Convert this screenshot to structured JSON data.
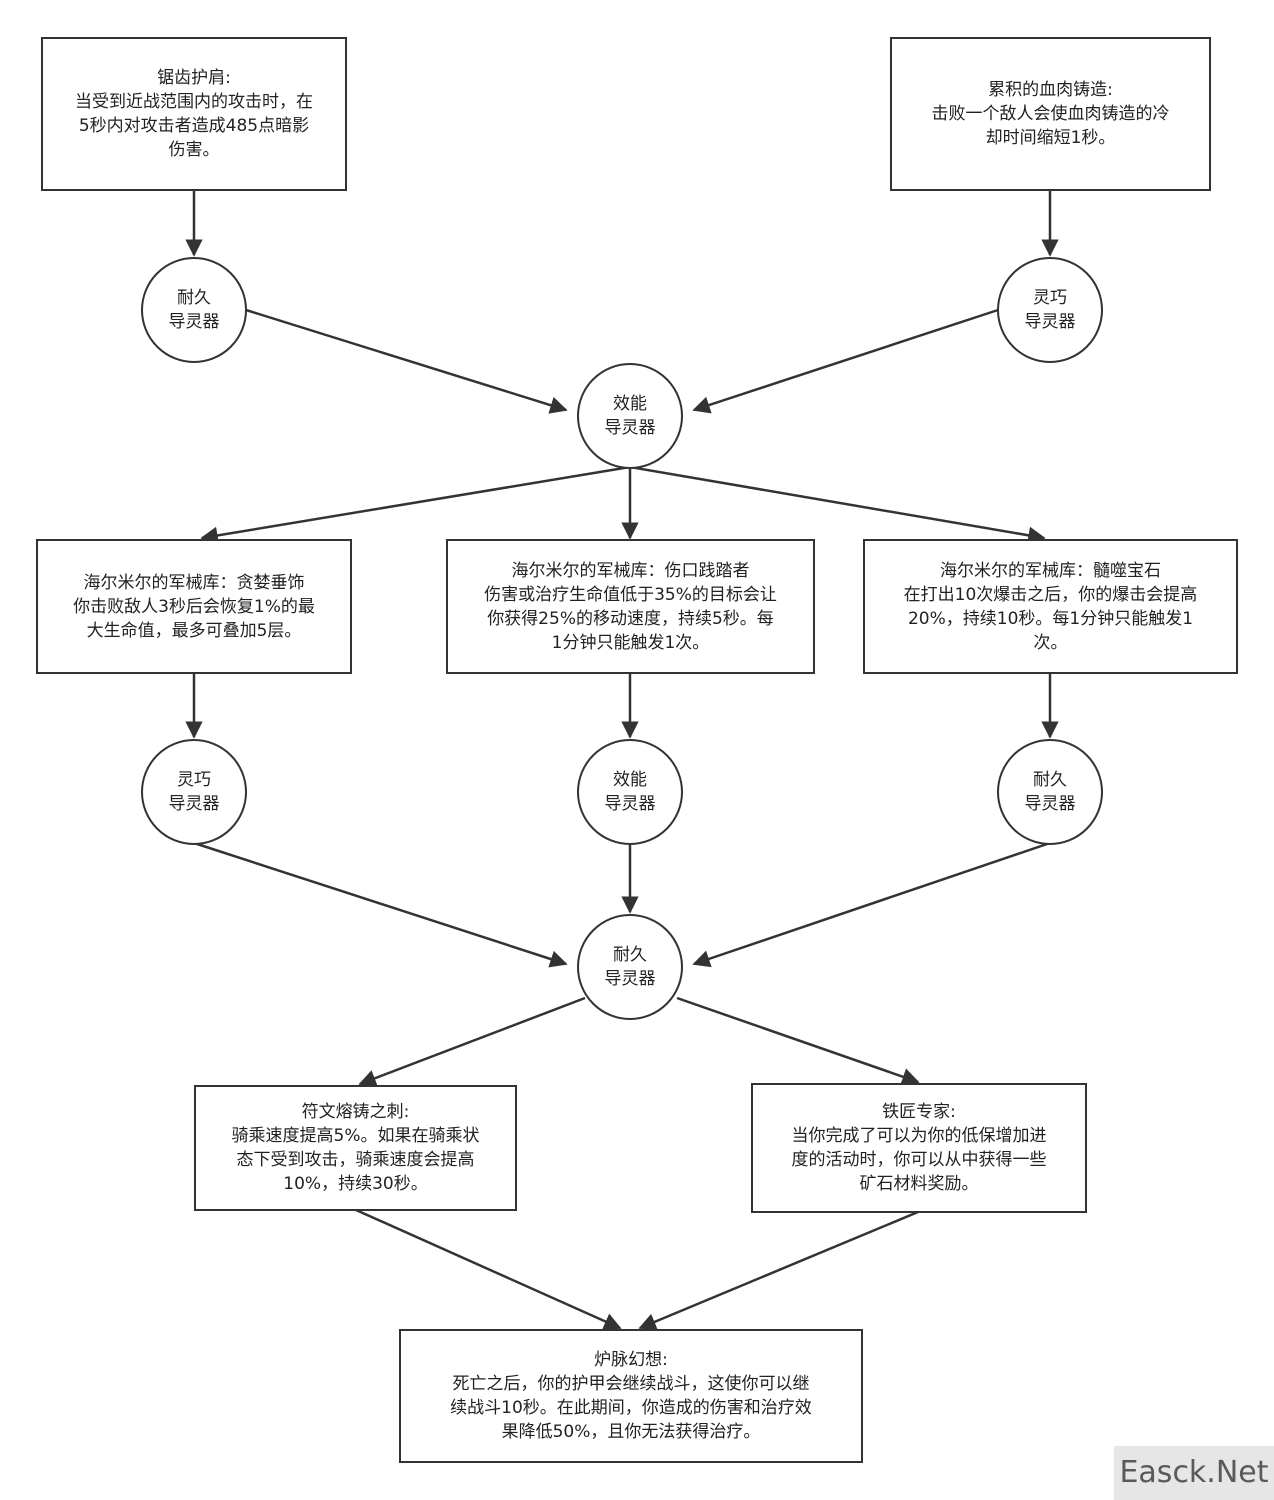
{
  "nodes": {
    "box1": {
      "title": "锯齿护肩:",
      "lines": [
        "当受到近战范围内的攻击时，在",
        "5秒内对攻击者造成485点暗影",
        "伤害。"
      ]
    },
    "box2": {
      "title": "累积的血肉铸造:",
      "lines": [
        "击败一个敌人会使血肉铸造的冷",
        "却时间缩短1秒。"
      ]
    },
    "c1": {
      "line1": "耐久",
      "line2": "导灵器"
    },
    "c2": {
      "line1": "灵巧",
      "line2": "导灵器"
    },
    "c3": {
      "line1": "效能",
      "line2": "导灵器"
    },
    "box3": {
      "title": "海尔米尔的军械库：贪婪垂饰",
      "lines": [
        "你击败敌人3秒后会恢复1%的最",
        "大生命值，最多可叠加5层。"
      ]
    },
    "box4": {
      "title": "海尔米尔的军械库：伤口践踏者",
      "lines": [
        "伤害或治疗生命值低于35%的目标会让",
        "你获得25%的移动速度，持续5秒。每",
        "1分钟只能触发1次。"
      ]
    },
    "box5": {
      "title": "海尔米尔的军械库：髓噬宝石",
      "lines": [
        "在打出10次爆击之后，你的爆击会提高",
        "20%，持续10秒。每1分钟只能触发1",
        "次。"
      ]
    },
    "c4": {
      "line1": "灵巧",
      "line2": "导灵器"
    },
    "c5": {
      "line1": "效能",
      "line2": "导灵器"
    },
    "c6": {
      "line1": "耐久",
      "line2": "导灵器"
    },
    "c7": {
      "line1": "耐久",
      "line2": "导灵器"
    },
    "box6": {
      "title": "符文熔铸之刺:",
      "lines": [
        "骑乘速度提高5%。如果在骑乘状",
        "态下受到攻击，骑乘速度会提高",
        "10%，持续30秒。"
      ]
    },
    "box7": {
      "title": "铁匠专家:",
      "lines": [
        "当你完成了可以为你的低保增加进",
        "度的活动时，你可以从中获得一些",
        "矿石材料奖励。"
      ]
    },
    "box8": {
      "title": "炉脉幻想:",
      "lines": [
        "死亡之后，你的护甲会继续战斗，这使你可以继",
        "续战斗10秒。在此期间，你造成的伤害和治疗效",
        "果降低50%，且你无法获得治疗。"
      ]
    }
  },
  "watermark": "Easck.Net"
}
